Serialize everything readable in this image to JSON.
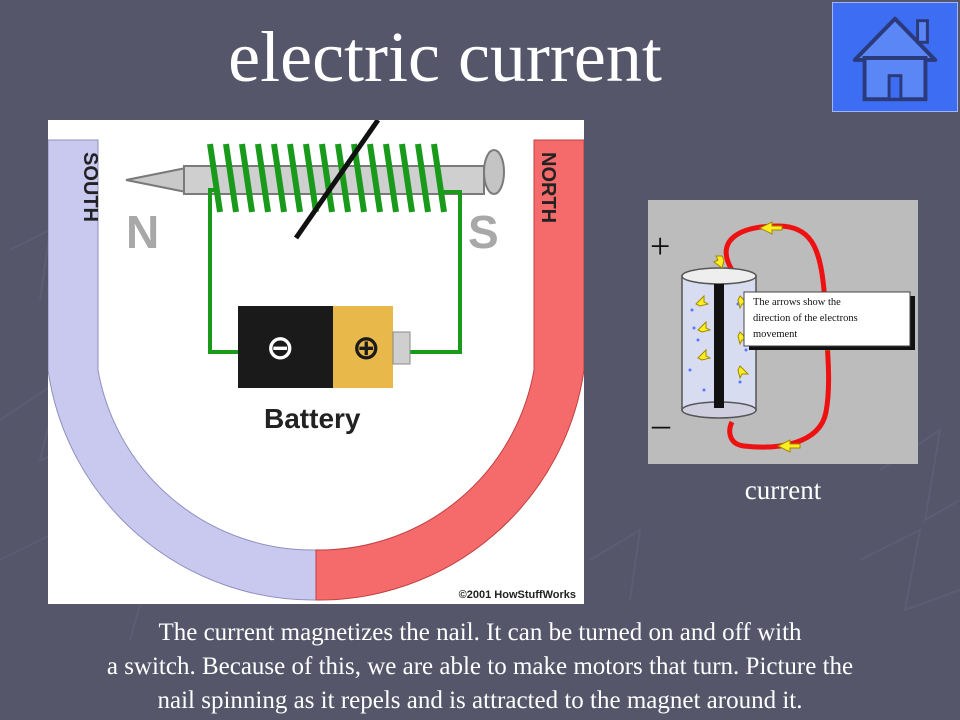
{
  "slide": {
    "title": "electric current",
    "home_icon": "house-icon",
    "background_color": "#55566a",
    "home_color": "#3d6df2"
  },
  "magnet_figure": {
    "south_label": "SOUTH",
    "north_label": "NORTH",
    "nail_pole_left": "N",
    "nail_pole_right": "S",
    "battery_label": "Battery",
    "negative_symbol": "⊖",
    "positive_symbol": "⊕",
    "copyright": "©2001 HowStuffWorks",
    "colors": {
      "south": "#c9c9f0",
      "north": "#f56a6a",
      "coil": "#1a9a1a",
      "wire": "#1a9a1a",
      "battery_negative": "#1a1a1a",
      "battery_positive": "#e8b84a"
    }
  },
  "cell_figure": {
    "plus": "+",
    "minus": "–",
    "note": [
      "The arrows  show the",
      "direction of the electrons",
      "movement"
    ],
    "caption": "current",
    "colors": {
      "loop": "#ee1111",
      "arrows": "#ffee22"
    }
  },
  "description": {
    "lines": [
      "The current magnetizes the nail. It can be turned on and off with",
      "a switch. Because of this, we are able to make motors that turn. Picture the",
      "nail spinning as it repels and is attracted to the magnet around it."
    ]
  }
}
